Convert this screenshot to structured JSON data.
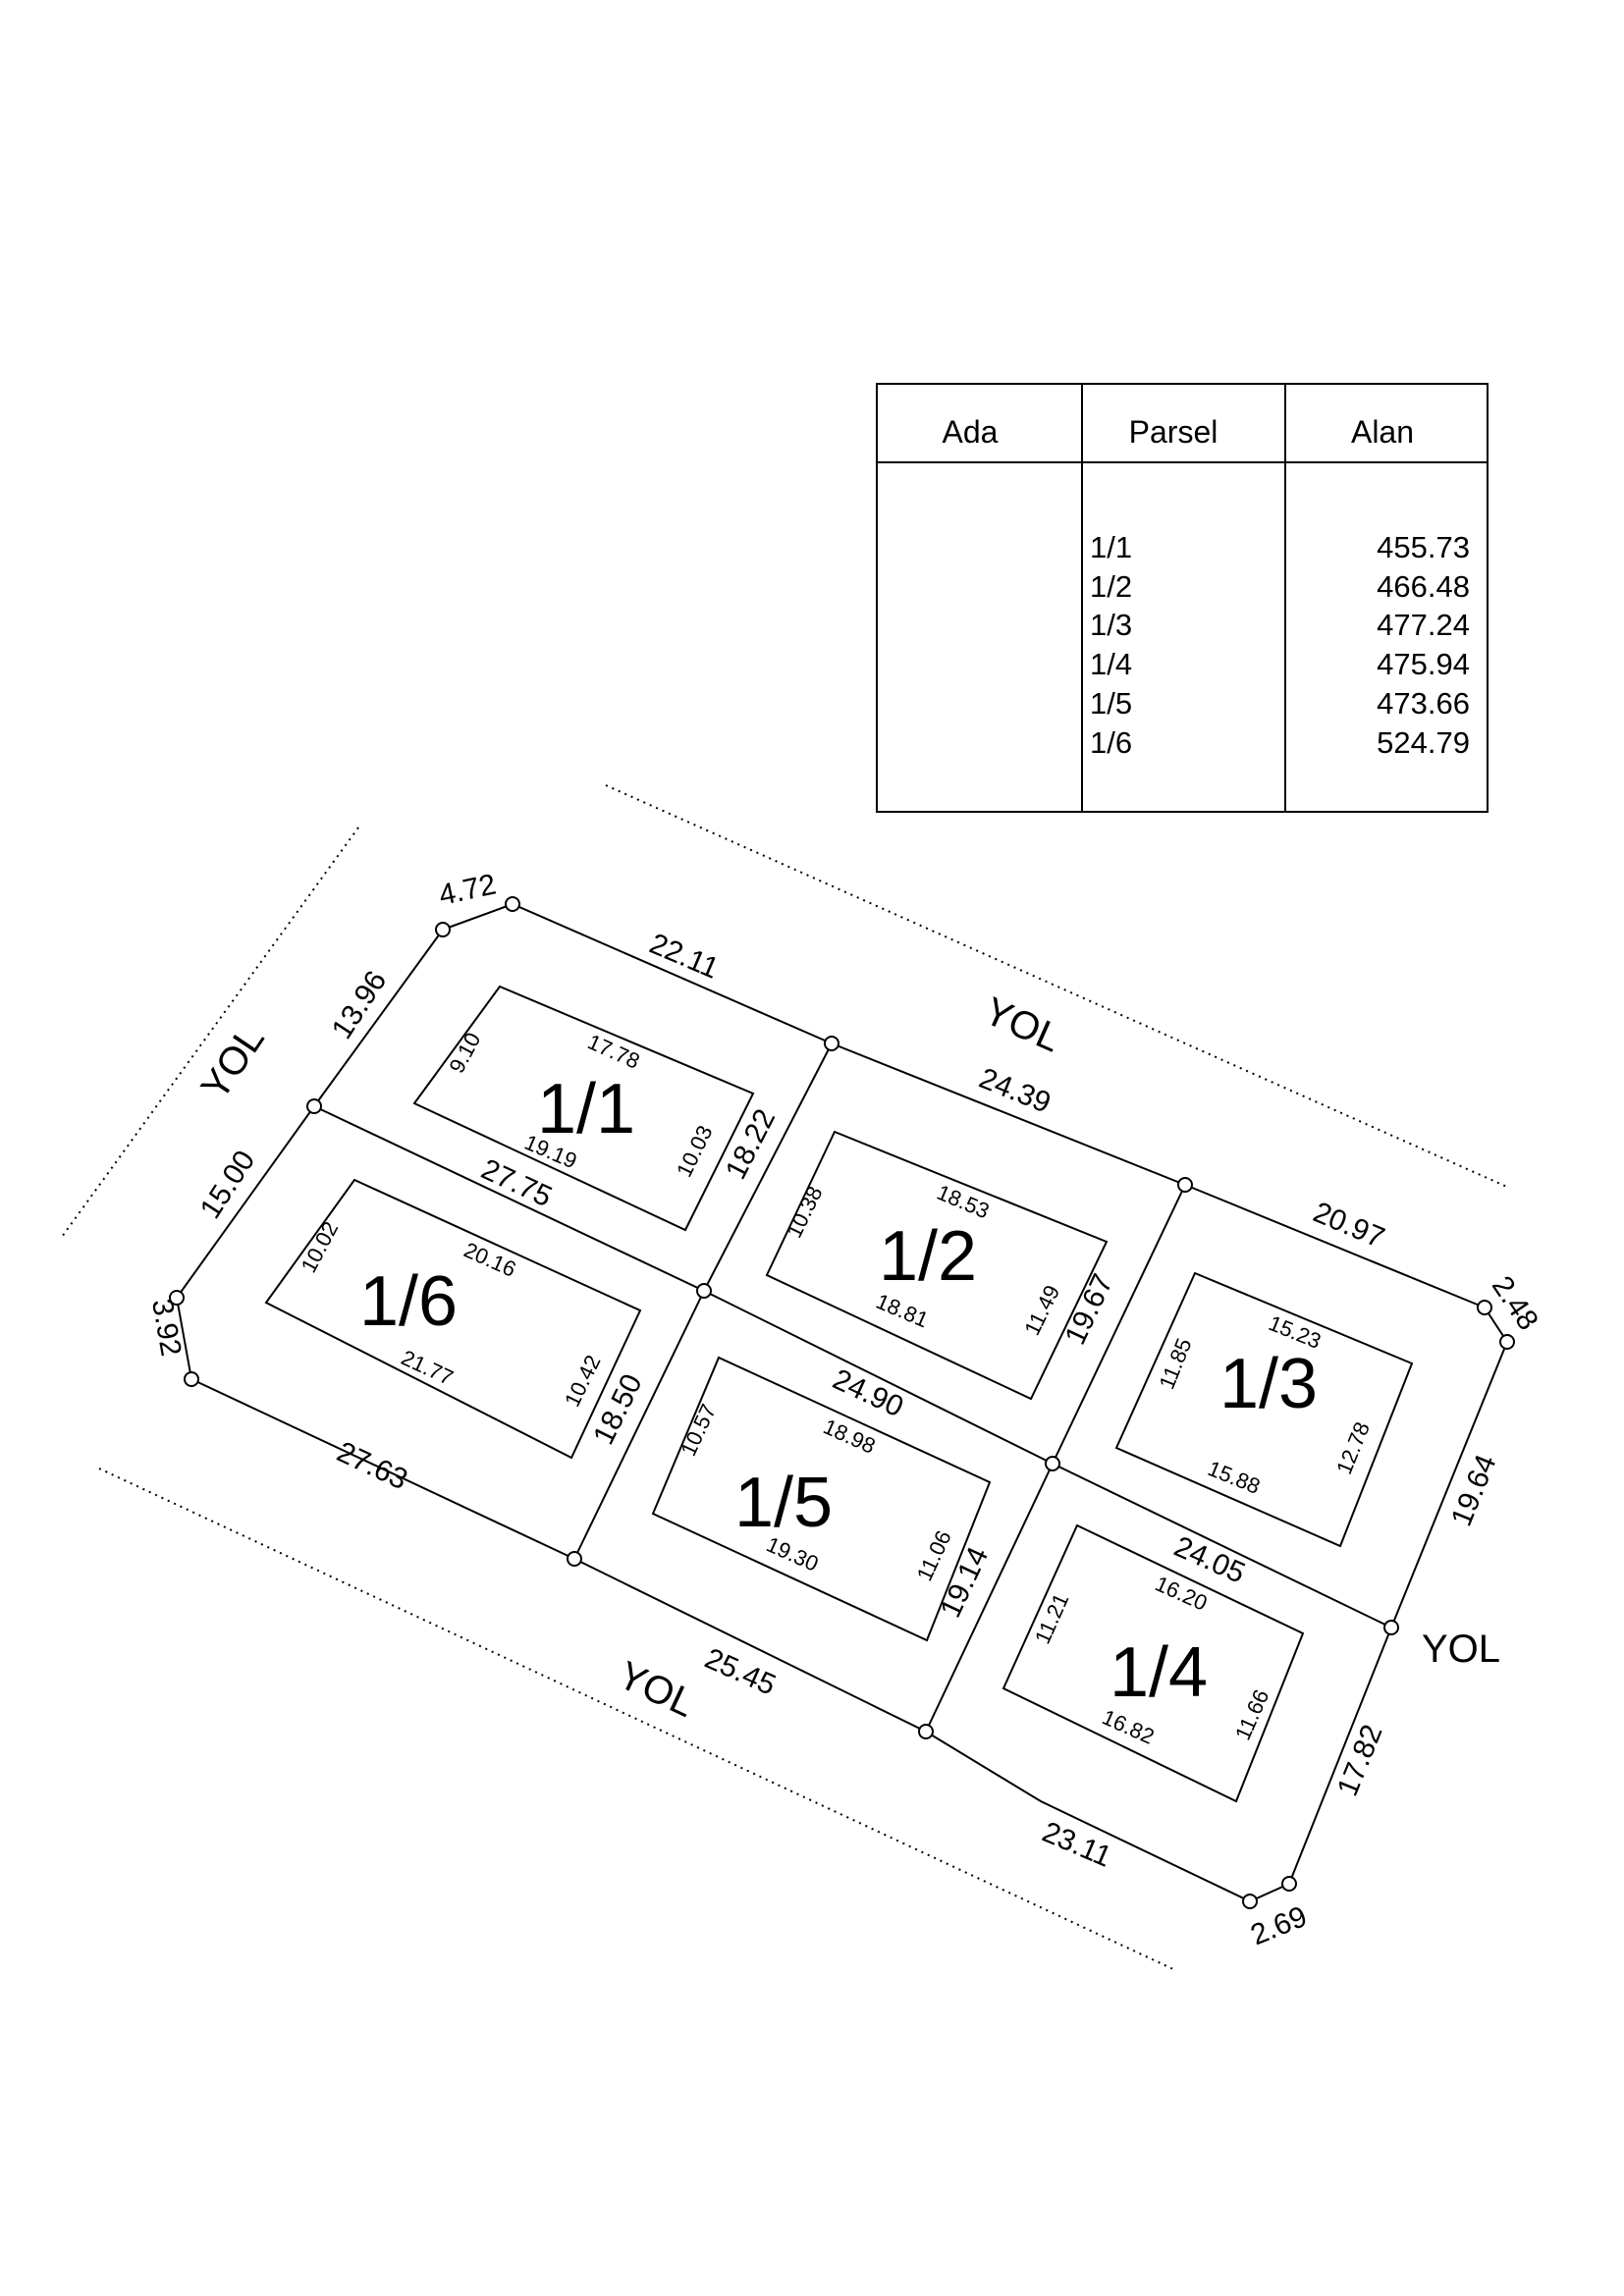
{
  "table": {
    "headers": {
      "ada": "Ada",
      "parsel": "Parsel",
      "alan": "Alan"
    },
    "rows": [
      {
        "ada": "",
        "parsel": "1/1",
        "alan": "455.73"
      },
      {
        "ada": "",
        "parsel": "1/2",
        "alan": "466.48"
      },
      {
        "ada": "",
        "parsel": "1/3",
        "alan": "477.24"
      },
      {
        "ada": "",
        "parsel": "1/4",
        "alan": "475.94"
      },
      {
        "ada": "",
        "parsel": "1/5",
        "alan": "473.66"
      },
      {
        "ada": "",
        "parsel": "1/6",
        "alan": "524.79"
      }
    ]
  },
  "roads": {
    "west": "YOL",
    "north": "YOL",
    "east": "YOL",
    "south": "YOL"
  },
  "boundary_dims": {
    "chamfer_nw_top": "4.72",
    "north_west_segment": "22.11",
    "north_mid_segment": "24.39",
    "north_east_segment": "20.97",
    "chamfer_ne": "2.48",
    "east_upper": "19.64",
    "east_lower": "17.82",
    "chamfer_se": "2.69",
    "south_east_segment": "23.11",
    "south_mid_segment": "25.45",
    "south_west_segment": "27.63",
    "chamfer_sw": "3.92",
    "west_lower": "15.00",
    "west_upper": "13.96"
  },
  "internal_dims": {
    "div_1_1_1_6": "27.75",
    "div_1_1_1_2": "18.22",
    "div_1_6_1_5": "18.50",
    "div_1_5_1_2": "24.90",
    "div_1_2_1_3": "19.67",
    "div_1_5_1_4": "19.14",
    "div_1_3_1_4": "24.05"
  },
  "parcels": [
    {
      "id": "1/1",
      "bldg_top": "17.78",
      "bldg_bottom": "19.19",
      "bldg_left": "9.10",
      "bldg_right": "10.03"
    },
    {
      "id": "1/2",
      "bldg_top": "18.53",
      "bldg_bottom": "18.81",
      "bldg_left": "10.38",
      "bldg_right": "11.49"
    },
    {
      "id": "1/3",
      "bldg_top": "15.23",
      "bldg_bottom": "15.88",
      "bldg_left": "11.85",
      "bldg_right": "12.78"
    },
    {
      "id": "1/4",
      "bldg_top": "16.20",
      "bldg_bottom": "16.82",
      "bldg_left": "11.21",
      "bldg_right": "11.66"
    },
    {
      "id": "1/5",
      "bldg_top": "18.98",
      "bldg_bottom": "19.30",
      "bldg_left": "10.57",
      "bldg_right": "11.06"
    },
    {
      "id": "1/6",
      "bldg_top": "20.16",
      "bldg_bottom": "21.77",
      "bldg_left": "10.02",
      "bldg_right": "10.42"
    }
  ]
}
